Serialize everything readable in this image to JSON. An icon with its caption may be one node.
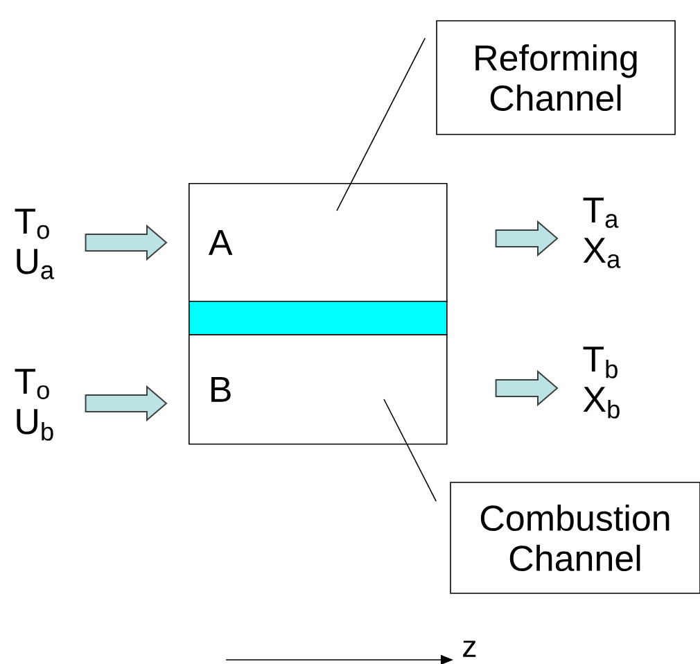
{
  "diagram": {
    "nodes": [
      {
        "text": [
          "Reforming Channel"
        ]
      },
      {
        "text": [
          "T$_{o}$",
          "U$_{a}$"
        ]
      },
      {
        "text": [
          "A"
        ]
      },
      {
        "text": [
          "T$_{a}$",
          "X$_{a}$"
        ]
      },
      {
        "text": [],
        "shape": "bar"
      },
      {
        "text": [
          "T$_{o}$",
          "U$_{b}$"
        ]
      },
      {
        "text": [
          "B"
        ]
      },
      {
        "text": [
          "T$_{b}$",
          "X$_{b}$"
        ]
      },
      {
        "text": [
          "Combustion Channel"
        ]
      }
    ],
    "edges": [
      {
        "from": 1,
        "to": 2,
        "arrow": "to"
      },
      {
        "from": 2,
        "to": 3,
        "arrow": "to"
      },
      {
        "from": 5,
        "to": 6,
        "arrow": "to"
      },
      {
        "from": 6,
        "to": 7,
        "arrow": "to"
      },
      {
        "from": 0,
        "to": 2,
        "arrow": "none"
      },
      {
        "from": 8,
        "to": 6,
        "arrow": "none"
      }
    ],
    "labels": [
      "z"
    ]
  }
}
